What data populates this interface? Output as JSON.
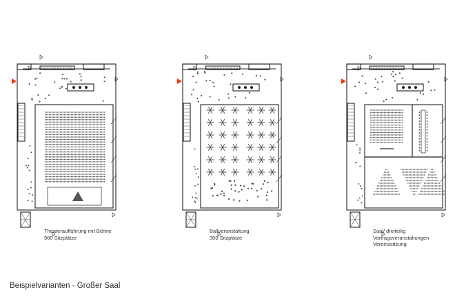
{
  "plans": [
    {
      "caption": [
        "Theateraufführung mit Bühne",
        "900 Sitzplätze"
      ]
    },
    {
      "caption": [
        "Ballveranstaltung",
        "300 Sitzplätze"
      ]
    },
    {
      "caption": [
        "Saal/ dreiteilig",
        "Vortragsveranstaltungen",
        "Vereinssitzung"
      ]
    }
  ],
  "footer": {
    "title": "Beispielvarianten - Großer Saal"
  },
  "colors": {
    "entrance_marker": "#ff3300",
    "line": "#222222",
    "furniture": "#555555"
  }
}
